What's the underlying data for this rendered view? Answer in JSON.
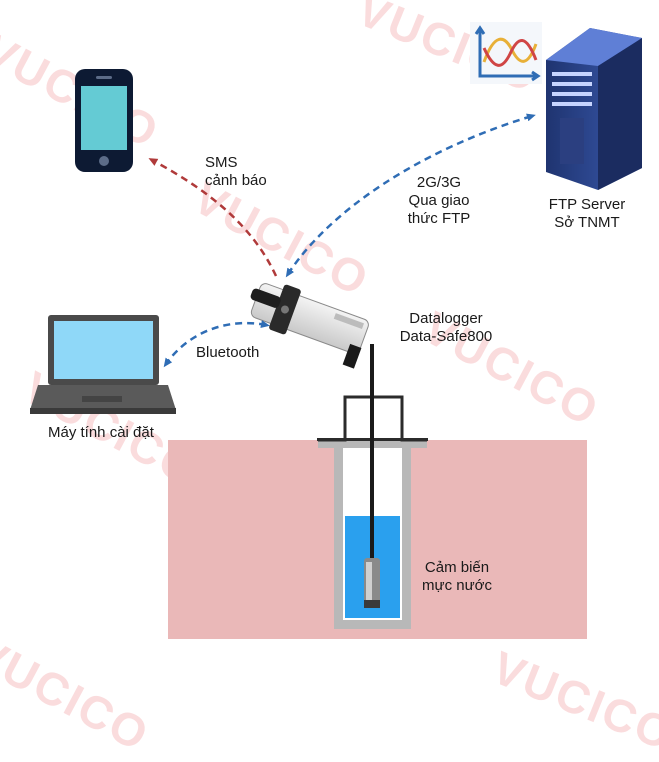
{
  "labels": {
    "sms": [
      "SMS",
      "cảnh báo"
    ],
    "network": [
      "2G/3G",
      "Qua giao",
      "thức FTP"
    ],
    "ftp_server": [
      "FTP Server",
      "Sở TNMT"
    ],
    "datalogger": [
      "Datalogger",
      "Data-Safe800"
    ],
    "bluetooth": "Bluetooth",
    "laptop": "Máy tính cài đặt",
    "sensor": [
      "Cảm biến",
      "mực nước"
    ]
  },
  "watermark": "VUCICO",
  "colors": {
    "arrow_red": "#b03a3a",
    "arrow_blue": "#2f6db5",
    "ground": "#eab8b8",
    "water": "#2aa0ee",
    "well": "#b8b8b8",
    "pipe_frame": "#2b2b2b"
  },
  "icons": [
    "phone-icon",
    "server-icon",
    "chart-icon",
    "laptop-icon",
    "datalogger-device",
    "level-sensor"
  ]
}
